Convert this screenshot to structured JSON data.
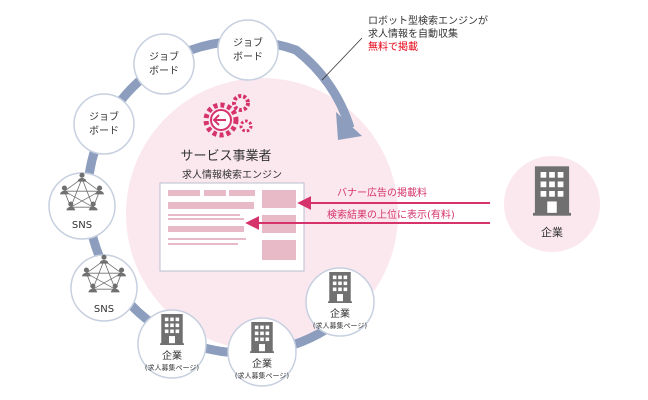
{
  "colors": {
    "ring": "#8c9dbd",
    "ring_light": "#c7d0e0",
    "pink_bg": "#fae8ee",
    "pink_box": "#e8b9c7",
    "accent": "#d6336c",
    "red_text": "#e60012",
    "dark_text": "#333333",
    "icon_gray": "#707070"
  },
  "annotation": {
    "line1": "ロボット型検索エンジンが",
    "line2": "求人情報を自動収集",
    "line3": "無料で掲載"
  },
  "center": {
    "title": "サービス事業者",
    "engine_label": "求人情報検索エンジン"
  },
  "nodes": {
    "job_board_1": {
      "line1": "ジョブ",
      "line2": "ボード"
    },
    "job_board_2": {
      "line1": "ジョブ",
      "line2": "ボード"
    },
    "job_board_3": {
      "line1": "ジョブ",
      "line2": "ボード"
    },
    "sns_1": {
      "label": "SNS"
    },
    "sns_2": {
      "label": "SNS"
    },
    "company_1": {
      "label": "企業",
      "sub": "(求人募集ページ)"
    },
    "company_2": {
      "label": "企業",
      "sub": "(求人募集ページ)"
    },
    "company_3": {
      "label": "企業",
      "sub": "(求人募集ページ)"
    }
  },
  "arrows": {
    "banner": "バナー広告の掲載料",
    "ranking": "検索結果の上位に表示(有料)"
  },
  "client": {
    "label": "企業"
  },
  "icons": [
    "gear-arrow-icon",
    "network-icon",
    "building-icon"
  ]
}
